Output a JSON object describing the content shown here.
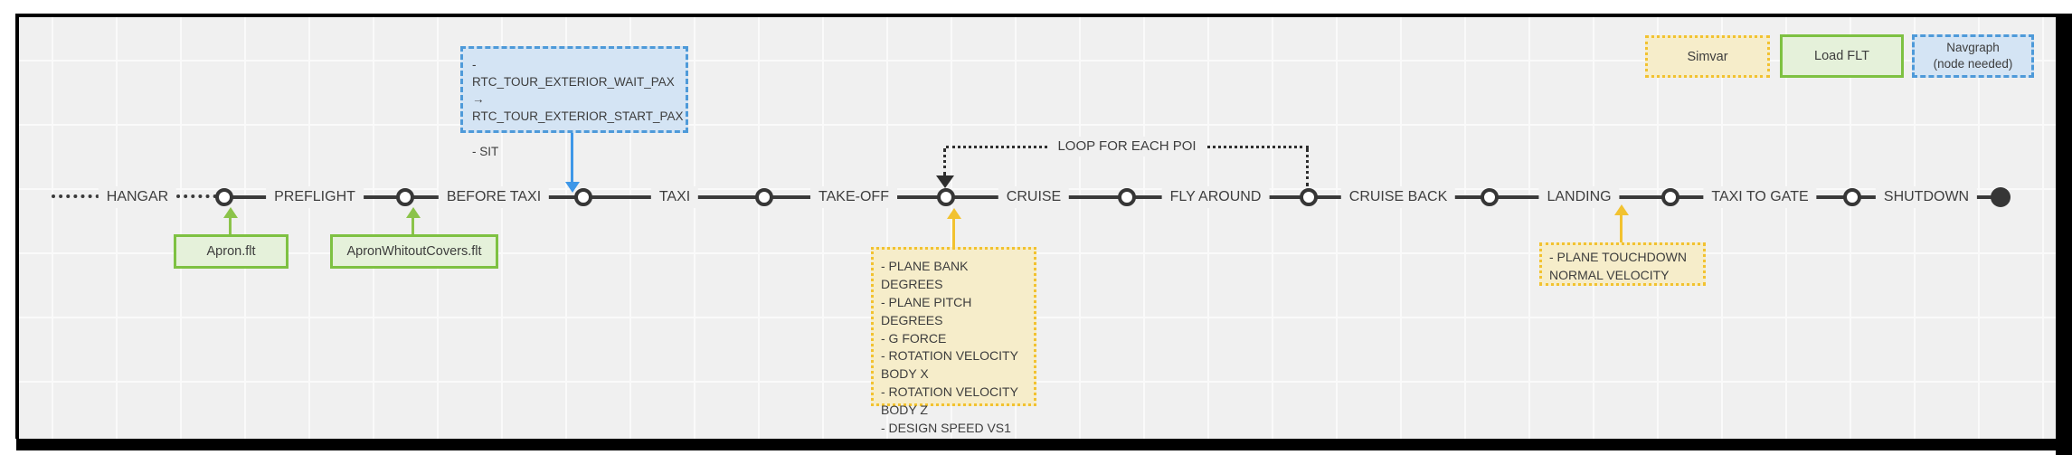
{
  "timeline": {
    "phases": [
      "HANGAR",
      "PREFLIGHT",
      "BEFORE TAXI",
      "TAXI",
      "TAKE-OFF",
      "CRUISE",
      "FLY AROUND",
      "CRUISE BACK",
      "LANDING",
      "TAXI TO GATE",
      "SHUTDOWN"
    ],
    "loop_label": "LOOP FOR EACH POI"
  },
  "legend": {
    "simvar": {
      "label": "Simvar"
    },
    "load_flt": {
      "label": "Load FLT"
    },
    "navgraph": {
      "label": "Navgraph\n(node needed)"
    }
  },
  "annotations": {
    "navgraph_box": {
      "text": "- RTC_TOUR_EXTERIOR_WAIT_PAX →\nRTC_TOUR_EXTERIOR_START_PAX\n\n- SIT"
    },
    "load_flt": [
      {
        "label": "Apron.flt"
      },
      {
        "label": "ApronWhitoutCovers.flt"
      }
    ],
    "simvar": [
      {
        "text": "- PLANE BANK DEGREES\n- PLANE PITCH DEGREES\n- G FORCE\n- ROTATION VELOCITY BODY X\n- ROTATION VELOCITY BODY Z\n- DESIGN SPEED VS1"
      },
      {
        "text": "- PLANE TOUCHDOWN\nNORMAL VELOCITY"
      }
    ]
  },
  "colors": {
    "canvas_bg": "#f0f0f0",
    "grid_line": "#fafafa",
    "timeline_dark": "#3a3a3a",
    "simvar_border": "#f2c230",
    "simvar_fill": "#f6edca",
    "load_flt_border": "#7ec142",
    "load_flt_fill": "#e5f1da",
    "navgraph_border": "#4e9ad9",
    "navgraph_fill": "#d4e4f4",
    "arrow_blue": "#3e97e8",
    "arrow_green": "#8bc34a",
    "arrow_yellow": "#f2c230"
  }
}
